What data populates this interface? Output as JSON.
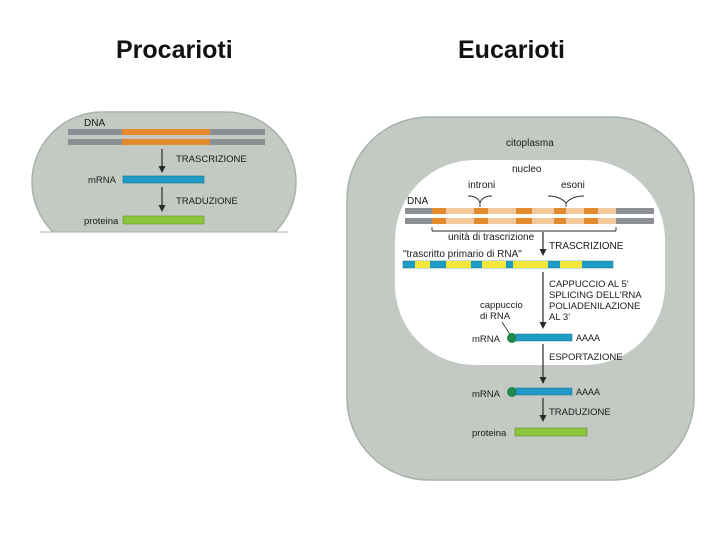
{
  "headings": {
    "prokaryotes": "Procarioti",
    "eukaryotes": "Eucarioti"
  },
  "prokaryote": {
    "dna": "DNA",
    "transcription": "TRASCRIZIONE",
    "mrna": "mRNA",
    "translation": "TRADUZIONE",
    "protein": "proteina"
  },
  "eukaryote": {
    "cytoplasm": "citoplasma",
    "nucleus": "nucleo",
    "introns": "introni",
    "exons": "esoni",
    "dna": "DNA",
    "transcription_unit": "unità di trascrizione",
    "transcription": "TRASCRIZIONE",
    "primary_transcript": "\"trascritto primario di RNA\"",
    "processing_lines": [
      "CAPPUCCIO AL 5'",
      "SPLICING DELL'RNA",
      "POLIADENILAZIONE",
      "AL 3'"
    ],
    "cap_lines": [
      "cappuccio",
      "di RNA"
    ],
    "mrna_nucleus": "mRNA",
    "polya_nucleus": "AAAA",
    "export": "ESPORTAZIONE",
    "mrna_cytoplasm": "mRNA",
    "polya_cytoplasm": "AAAA",
    "translation": "TRADUZIONE",
    "protein": "proteina"
  },
  "colors": {
    "cell": "#c3cac4",
    "cell_border": "#a9b2aa",
    "dna_strand": "#8b8f93",
    "gene_orange": "#e38a2c",
    "gene_pale": "#f3c89a",
    "mrna_blue": "#1f9bc4",
    "exon_yellow": "#f5e63a",
    "protein_green": "#8cc63f",
    "cap_green": "#1f8a4c",
    "arrow": "#2a2a2a"
  },
  "icons": {
    "arrow": "down-arrow-icon",
    "cap": "rna-cap-icon",
    "brace": "bracket-icon"
  }
}
